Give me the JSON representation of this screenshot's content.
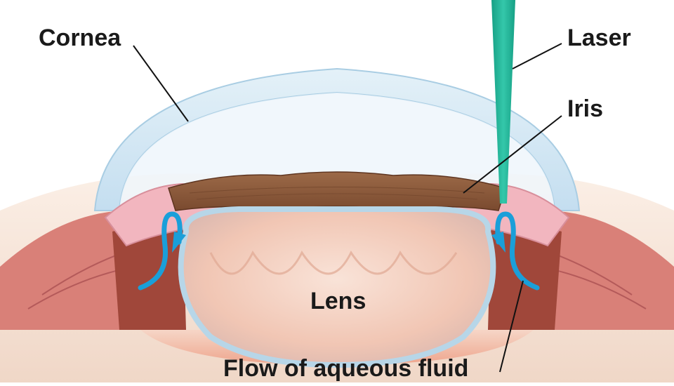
{
  "diagram": {
    "labels": {
      "cornea": "Cornea",
      "laser": "Laser",
      "iris": "Iris",
      "lens": "Lens",
      "flow": "Flow of aqueous fluid"
    },
    "colors": {
      "cornea": "#cfe6f3",
      "iris": "#8b5a3c",
      "iris_pink": "#f2b6bf",
      "ciliary": "#c9707a",
      "lens": "#cfe3ef",
      "lens_back": "#f3c2ad",
      "laser": "#1fb39a",
      "flow_arrow": "#1a9fd9",
      "skin": "#f6e5d8"
    }
  }
}
